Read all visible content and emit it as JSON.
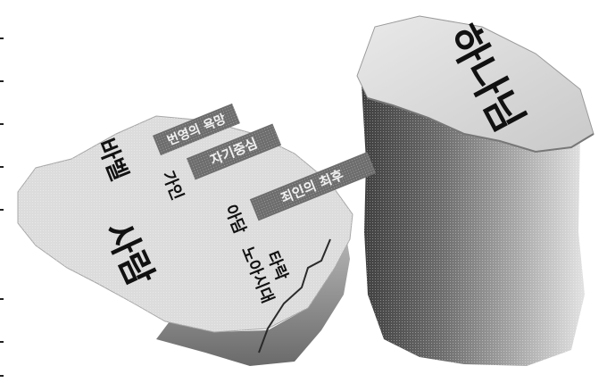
{
  "god_block": {
    "title": "하나님"
  },
  "human_block": {
    "title": "사람"
  },
  "babel": {
    "label": "바벨"
  },
  "cain": {
    "label": "가인"
  },
  "adam": {
    "label": "아담"
  },
  "noah_era": {
    "line1": "노아시대",
    "line2": "타락"
  },
  "tags": {
    "desire": "번영의 욕망",
    "self_love": "자기중심",
    "sin_bridge": "죄인의 최후"
  },
  "colors": {
    "block_light": "#d9d9d9",
    "block_dark": "#5a5a5a",
    "tag_fill": "#6d6d6d",
    "tag_text": "#f2f2f2",
    "text": "#111111"
  }
}
